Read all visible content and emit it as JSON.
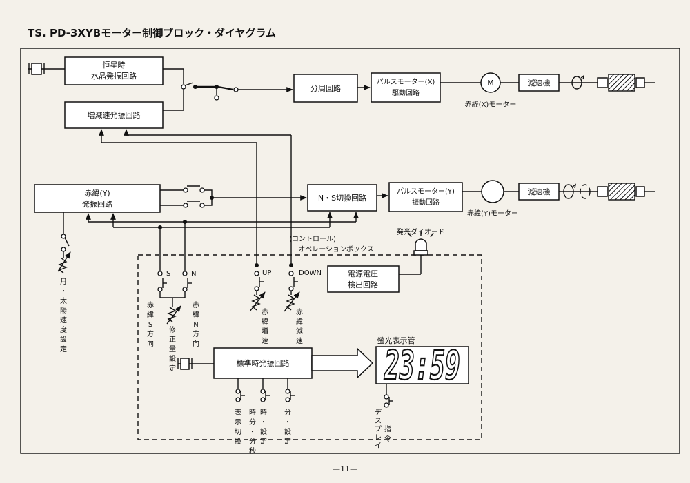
{
  "title": "TS. PD-3XYBモーター制御ブロック・ダイヤグラム",
  "page_number": "—11—",
  "blocks": {
    "crystal_line1": "恒星時",
    "crystal_line2": "水晶発振回路",
    "variable_osc": "増減速発振回路",
    "divider": "分周回路",
    "pulse_x_line1": "パルスモーター(X)",
    "pulse_x_line2": "駆動回路",
    "motor_x_symbol": "M",
    "motor_x_label": "赤経(X)モーター",
    "reducer_x": "減速機",
    "dec_line1": "赤緯(Y)",
    "dec_line2": "発振回路",
    "ns_switch": "N・S切換回路",
    "pulse_y_line1": "パルスモーター(Y)",
    "pulse_y_line2": "振動回路",
    "motor_y_label": "赤緯(Y)モーター",
    "reducer_y": "減速機",
    "control_box_line1": "(コントロール)",
    "control_box_line2": "オペレーションボックス",
    "led": "発光ダイオード",
    "voltage_line1": "電源電圧",
    "voltage_line2": "検出回路",
    "std_osc": "標準時発振回路",
    "fluor_tube": "螢光表示管",
    "clock_display": "23:59"
  },
  "labels": {
    "moon_sun": [
      "月",
      "・",
      "太",
      "陽",
      "速",
      "度",
      "設",
      "定"
    ],
    "dec_s": [
      "赤",
      "緯",
      "S",
      "方",
      "向"
    ],
    "correction": [
      "修",
      "正",
      "量",
      "設",
      "定"
    ],
    "dec_n": [
      "赤",
      "緯",
      "N",
      "方",
      "向"
    ],
    "dec_up": [
      "赤",
      "緯",
      "増",
      "速"
    ],
    "dec_down": [
      "赤",
      "緯",
      "減",
      "速"
    ],
    "sw_s": "S",
    "sw_n": "N",
    "sw_up": "UP",
    "sw_down": "DOWN",
    "display_switch": [
      "表",
      "示",
      "切",
      "換"
    ],
    "hm_ms": [
      "時",
      "分",
      "・",
      "分",
      "秒"
    ],
    "hour_set": [
      "時",
      "・",
      "設",
      "定"
    ],
    "min_set": [
      "分",
      "・",
      "設",
      "定"
    ],
    "display_cmd": [
      "デ",
      "ス",
      "プ",
      "レ",
      "イ",
      "指",
      "令"
    ]
  }
}
